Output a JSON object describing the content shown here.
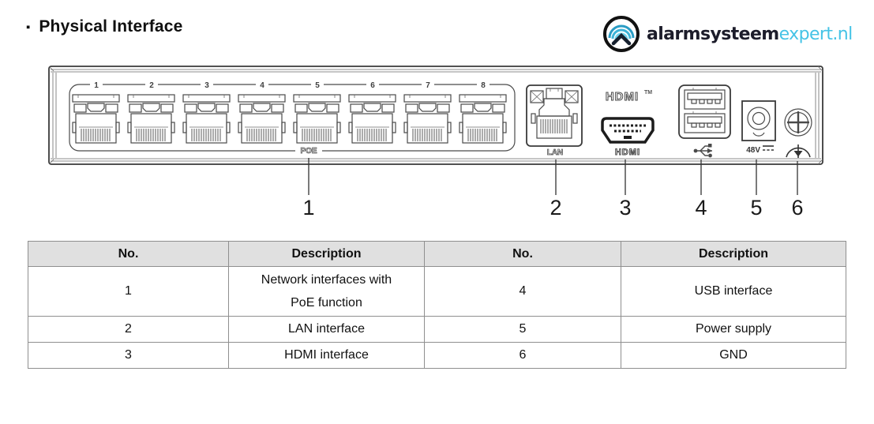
{
  "title": {
    "bullet": "▪",
    "text": "Physical Interface"
  },
  "logo": {
    "brand_bold": "alarmsysteem",
    "brand_light": "expert.nl",
    "icon": "signal-house-icon",
    "colors": {
      "brand_dark": "#1d1d2b",
      "brand_teal": "#45c3e6",
      "ring_black": "#111111"
    }
  },
  "device": {
    "port_numbers": [
      "1",
      "2",
      "3",
      "4",
      "5",
      "6",
      "7",
      "8"
    ],
    "poe_label": "POE",
    "lan_label": "LAN",
    "hdmi_logo": "HDMI",
    "hdmi_tm": "TM",
    "hdmi_label": "HDMI",
    "power_label": "48V",
    "icons": {
      "usb": "usb-trident-icon",
      "power_dc": "dc-symbol-icon",
      "ground": "ground-icon",
      "gnd_screw": "screw-head-icon"
    }
  },
  "callouts": [
    "1",
    "2",
    "3",
    "4",
    "5",
    "6"
  ],
  "table": {
    "headers": [
      "No.",
      "Description",
      "No.",
      "Description"
    ],
    "rows": [
      [
        "1",
        "Network interfaces with PoE function",
        "4",
        "USB interface"
      ],
      [
        "2",
        "LAN interface",
        "5",
        "Power supply"
      ],
      [
        "3",
        "HDMI interface",
        "6",
        "GND"
      ]
    ],
    "colors": {
      "header_bg": "#e0e0e0",
      "border": "#8f8f8f"
    }
  }
}
